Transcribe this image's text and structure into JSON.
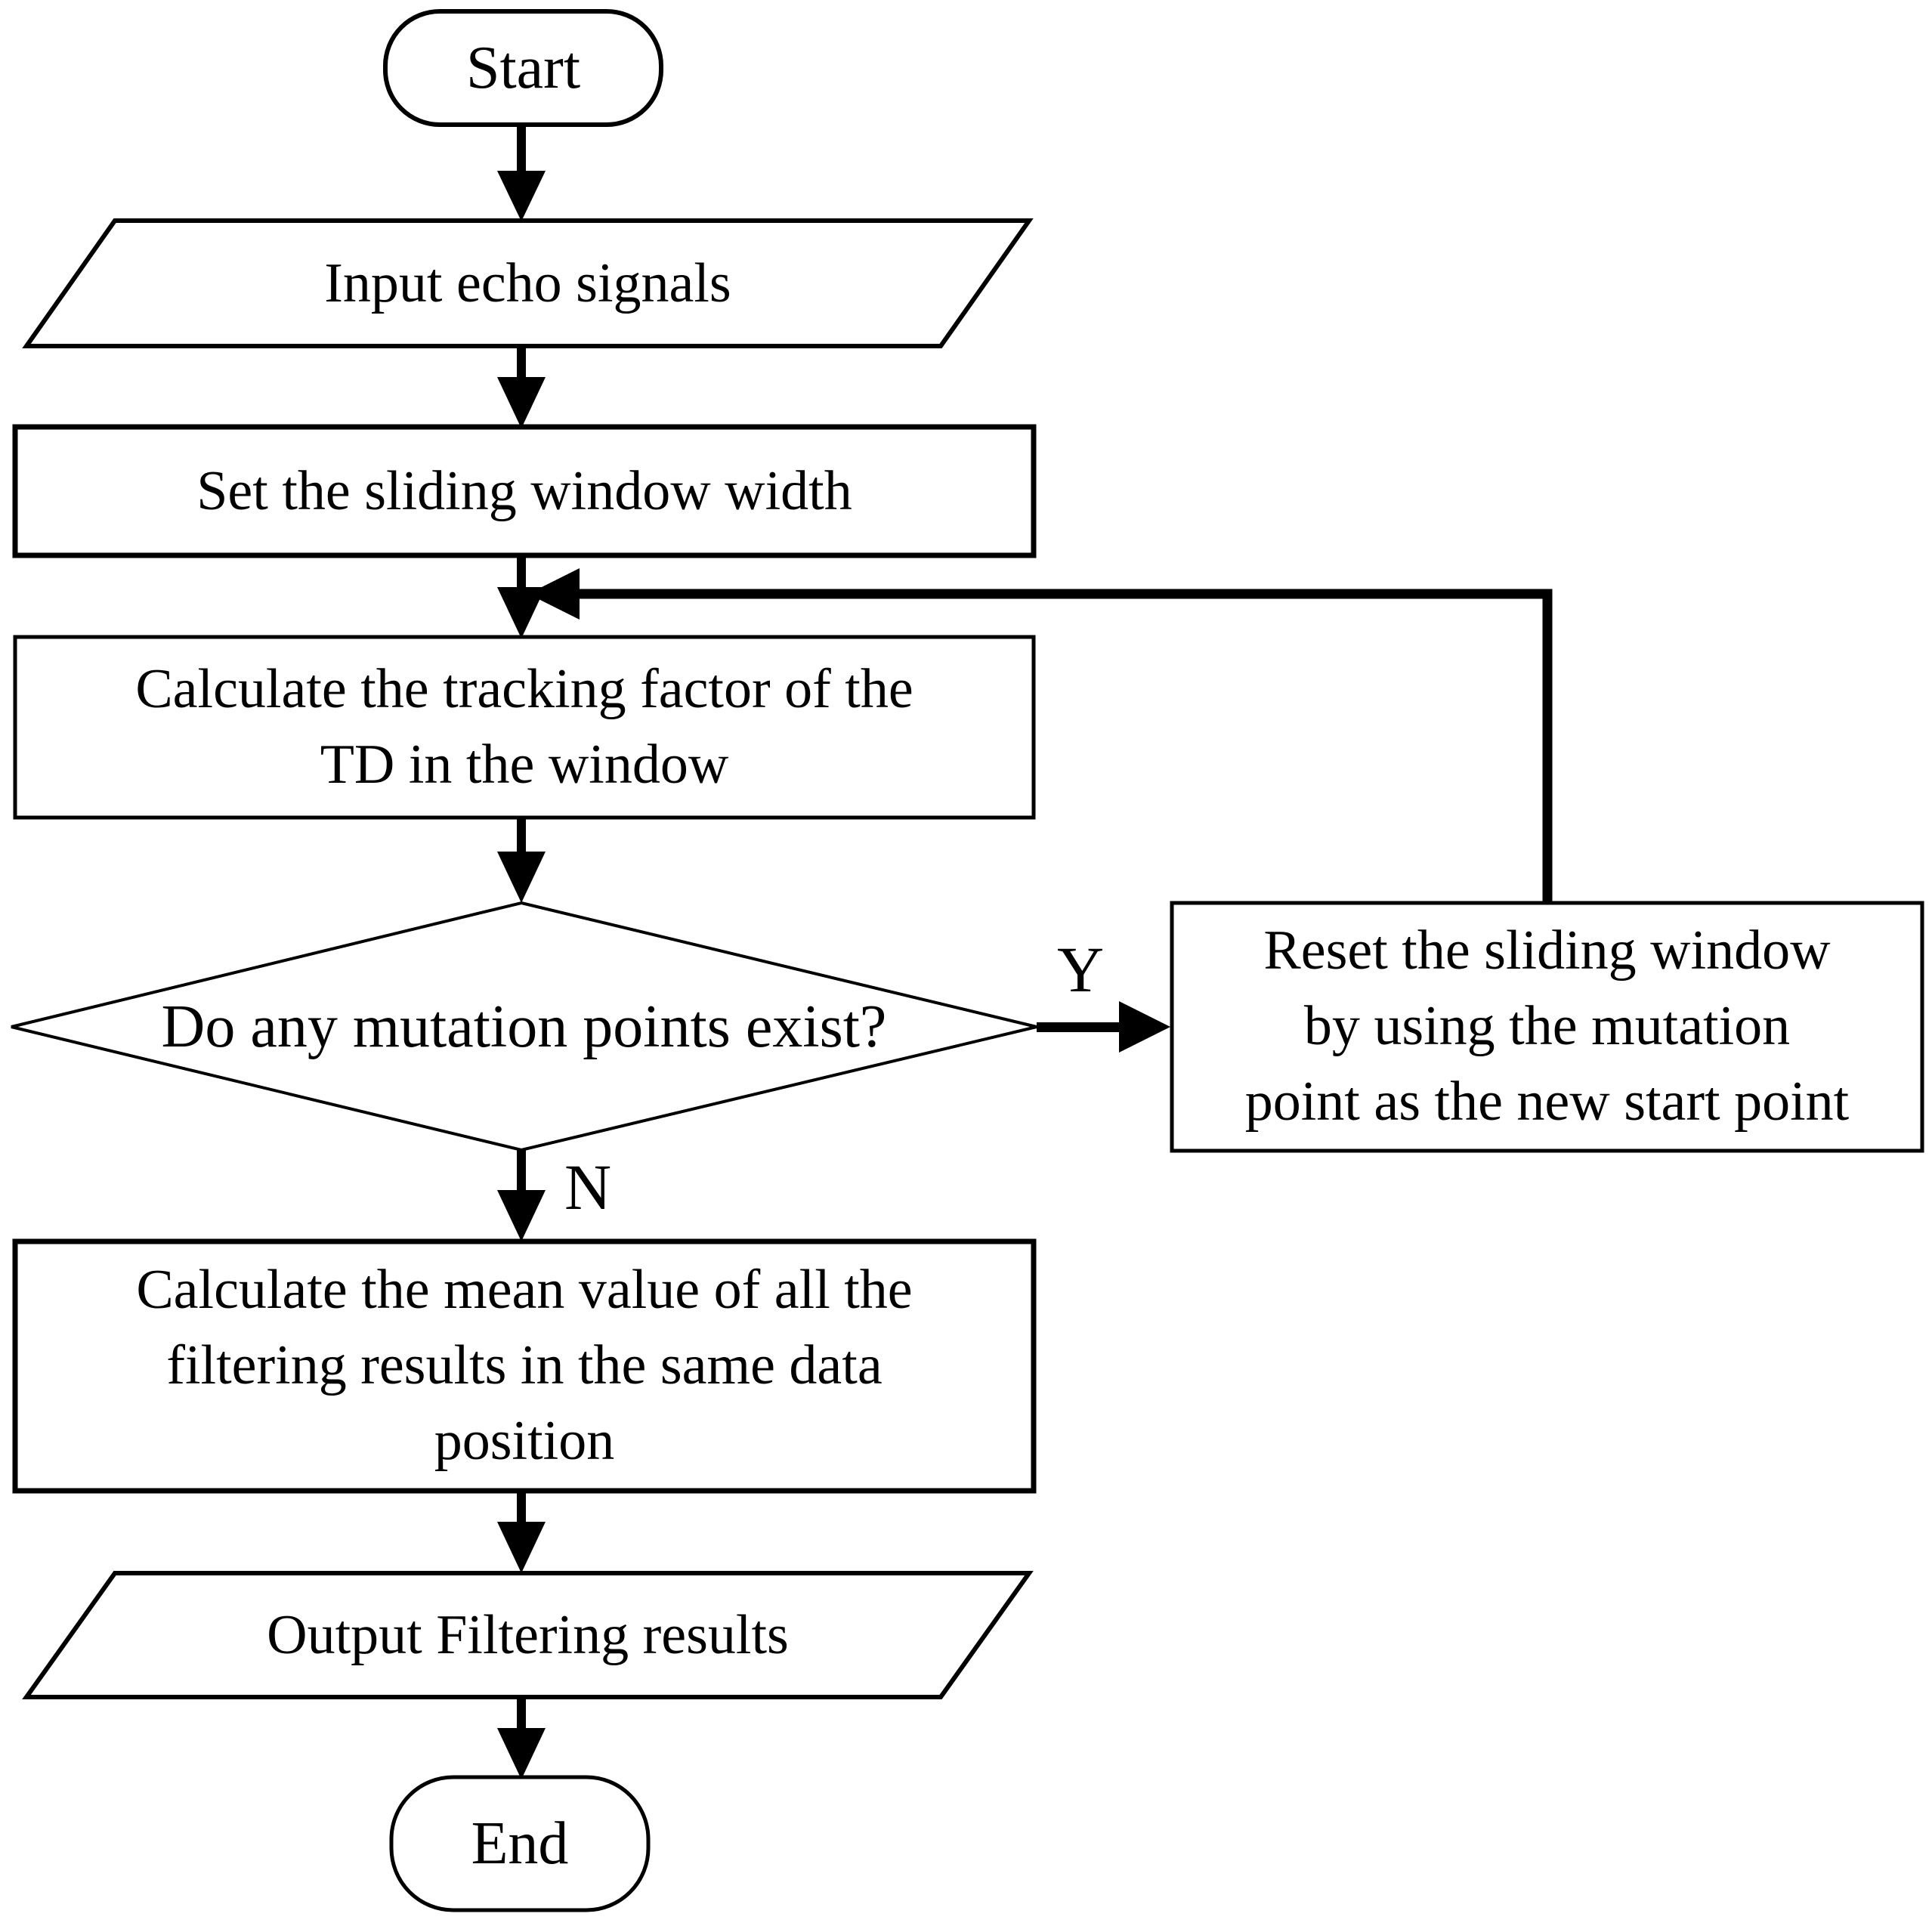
{
  "figure": {
    "type": "flowchart",
    "background_color": "#ffffff",
    "line_color": "#000000"
  },
  "nodes": {
    "start": {
      "type": "terminator",
      "label": "Start"
    },
    "input_signals": {
      "type": "input-output",
      "label": "Input echo signals"
    },
    "set_window": {
      "type": "process",
      "label": "Set the sliding window width"
    },
    "calc_tracking": {
      "type": "process",
      "lines": [
        "Calculate the tracking factor of the",
        "TD in the window"
      ]
    },
    "mutation_decision": {
      "type": "decision",
      "label": "Do any mutation points exist?"
    },
    "reset_window": {
      "type": "process",
      "lines": [
        "Reset the sliding window",
        "by using the mutation",
        "point as the new start point"
      ]
    },
    "calc_mean": {
      "type": "process",
      "lines": [
        "Calculate the mean value of all the",
        "filtering results in the same data",
        "position"
      ]
    },
    "output_results": {
      "type": "input-output",
      "label": "Output Filtering results"
    },
    "end": {
      "type": "terminator",
      "label": "End"
    }
  },
  "edge_labels": {
    "yes": "Y",
    "no": "N"
  }
}
